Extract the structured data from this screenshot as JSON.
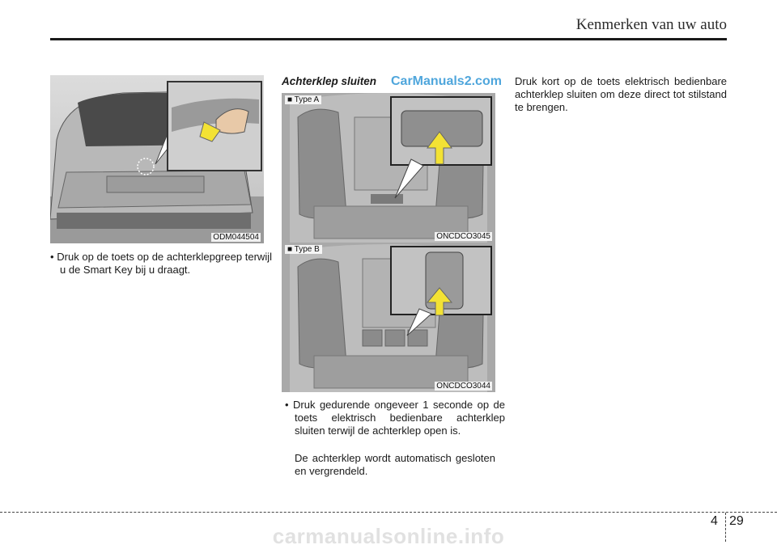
{
  "header": {
    "title": "Kenmerken van uw auto"
  },
  "left_column": {
    "figure_code": "ODM044504",
    "bullet": "Druk op de toets op de achterklepgreep terwijl u de Smart Key bij u draagt."
  },
  "middle_column": {
    "heading": "Achterklep sluiten",
    "figure_a": {
      "type_label": "■ Type A",
      "code": "ONCDCO3045"
    },
    "figure_b": {
      "type_label": "■ Type B",
      "code": "ONCDCO3044"
    },
    "bullet": "Druk gedurende ongeveer 1 seconde op de toets elektrisch bedienbare achterklep sluiten terwijl de achterklep open is.",
    "note": "De achterklep wordt automatisch gesloten en vergrendeld."
  },
  "right_column": {
    "paragraph": "Druk kort op de toets elektrisch bedienbare achterklep sluiten om deze direct tot stilstand te brengen."
  },
  "footer": {
    "chapter": "4",
    "page": "29",
    "watermark": "carmanualsonline.info"
  },
  "overlay_watermark": "CarManuals2.com"
}
